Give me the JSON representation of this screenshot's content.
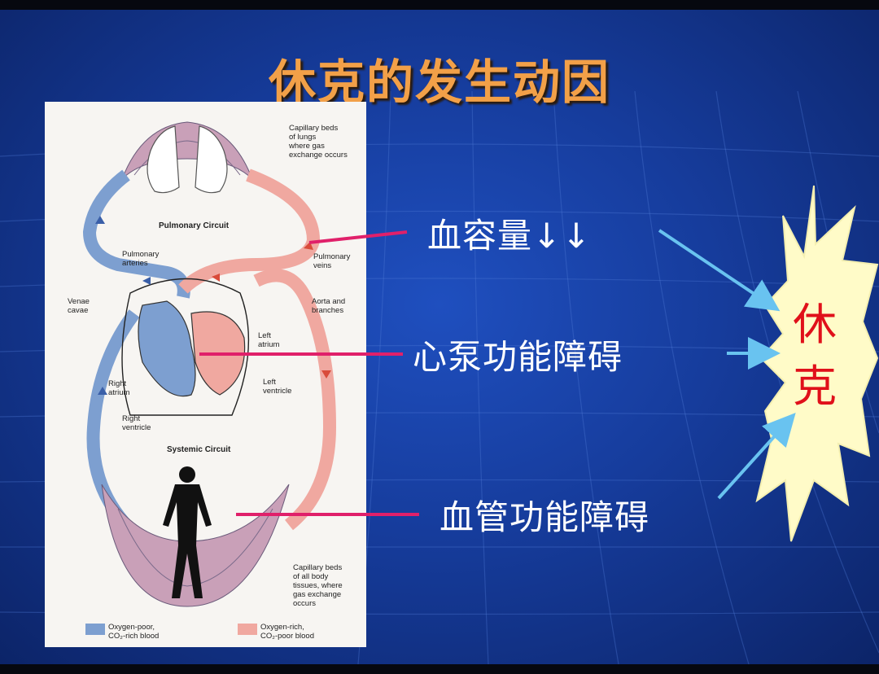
{
  "slide": {
    "title": "休克的发生动因"
  },
  "causes": [
    {
      "id": "blood-volume",
      "text": "血容量↓↓"
    },
    {
      "id": "heart-pump",
      "text": "心泵功能障碍"
    },
    {
      "id": "vascular",
      "text": "血管功能障碍"
    }
  ],
  "result": {
    "line1": "休",
    "line2": "克"
  },
  "diagram": {
    "capillary_lungs": [
      "Capillary beds",
      "of lungs",
      "where gas",
      "exchange occurs"
    ],
    "pulmonary_circuit": "Pulmonary Circuit",
    "pulmonary_arteries": [
      "Pulmonary",
      "arteries"
    ],
    "pulmonary_veins": [
      "Pulmonary",
      "veins"
    ],
    "venae_cavae": [
      "Venae",
      "cavae"
    ],
    "aorta": [
      "Aorta and",
      "branches"
    ],
    "left_atrium": [
      "Left",
      "atrium"
    ],
    "right_atrium": [
      "Right",
      "atrium"
    ],
    "left_ventricle": [
      "Left",
      "ventricle"
    ],
    "right_ventricle": [
      "Right",
      "ventricle"
    ],
    "systemic_circuit": "Systemic Circuit",
    "capillary_body": [
      "Capillary beds",
      "of all body",
      "tissues, where",
      "gas exchange",
      "occurs"
    ],
    "legend_poor": [
      "Oxygen-poor,",
      "CO₂-rich blood"
    ],
    "legend_rich": [
      "Oxygen-rich,",
      "CO₂-poor blood"
    ]
  },
  "colors": {
    "title": "#f2a048",
    "pointer_line": "#e0206a",
    "arrow": "#69c3f0",
    "star_fill": "#fffbc8",
    "star_text": "#e0101a",
    "oxygen_poor": "#7d9fd0",
    "oxygen_rich": "#f0a8a0"
  }
}
